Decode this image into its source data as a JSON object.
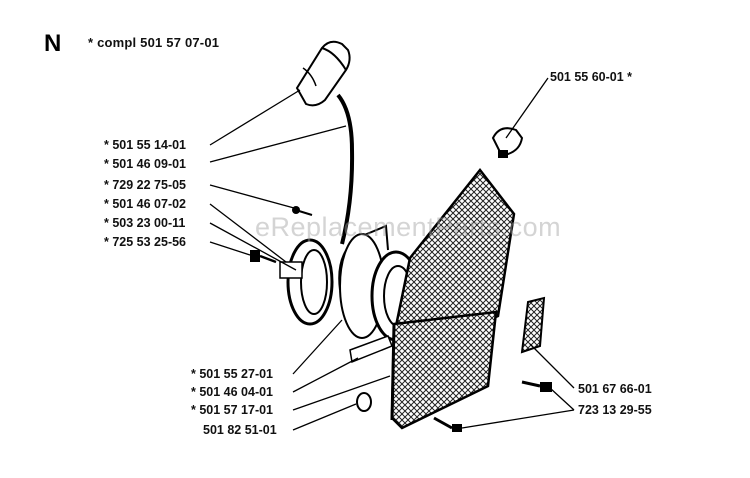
{
  "section": {
    "letter": "N"
  },
  "assembly": {
    "label": "* compl 501 57 07-01"
  },
  "parts": {
    "p1": "* 501 55 14-01",
    "p2": "* 501 46 09-01",
    "p3": "* 729 22 75-05",
    "p4": "* 501 46 07-02",
    "p5": "* 503 23 00-11",
    "p6": "* 725 53 25-56",
    "p7": "* 501 55 27-01",
    "p8": "* 501 46 04-01",
    "p9": "* 501 57 17-01",
    "p10": "501 82 51-01",
    "p11": "501 55 60-01 *",
    "p12": "501 67 66-01",
    "p13": "723 13 29-55"
  },
  "watermark": {
    "text": "eReplacementParts.com"
  }
}
